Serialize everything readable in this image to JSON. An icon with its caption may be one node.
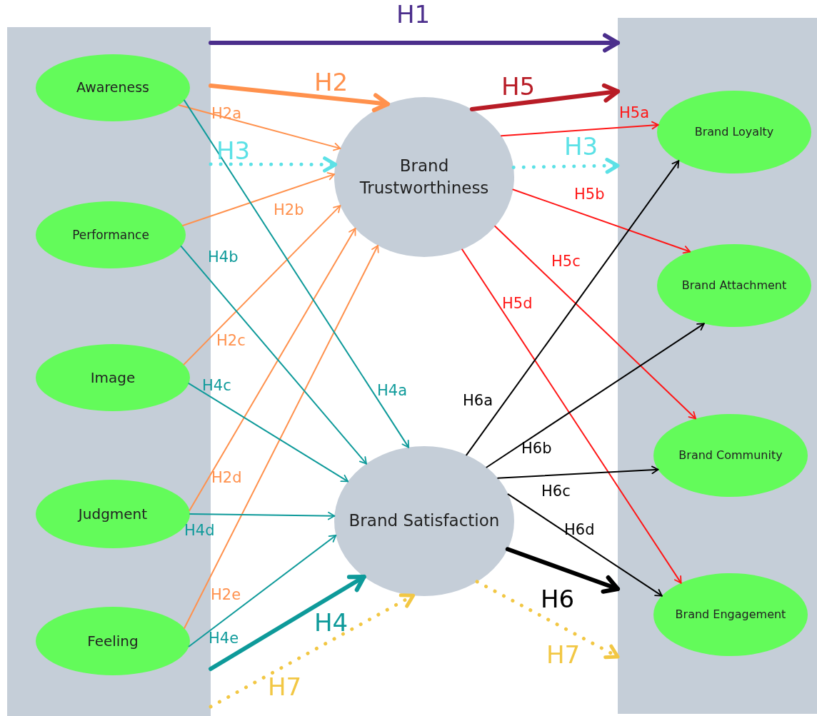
{
  "diagram": {
    "nodes": [
      {
        "text": [],
        "shape": "box"
      },
      {
        "text": [
          "Awareness"
        ],
        "in": 0
      },
      {
        "text": [
          "Performance"
        ],
        "in": 0
      },
      {
        "text": [
          "Image"
        ],
        "in": 0
      },
      {
        "text": [
          "Judgment"
        ],
        "in": 0
      },
      {
        "text": [
          "Feeling"
        ],
        "in": 0
      },
      {
        "text": [
          "Brand Trustworthiness"
        ]
      },
      {
        "text": [
          "Brand Satisfaction"
        ]
      },
      {
        "text": [],
        "shape": "box"
      },
      {
        "text": [
          "Brand Loyalty"
        ],
        "in": 8
      },
      {
        "text": [
          "Brand Attachment"
        ],
        "in": 8
      },
      {
        "text": [
          "Brand Community"
        ],
        "in": 8
      },
      {
        "text": [
          "Brand Engagement"
        ],
        "in": 8
      }
    ],
    "edges": [
      {
        "from": 0,
        "to": 8,
        "arrow": "to",
        "label": "H1",
        "style": "thick",
        "color": "#4b2e8c"
      },
      {
        "from": 0,
        "to": 6,
        "arrow": "to",
        "label": "H2",
        "style": "thick",
        "color": "#ff914d"
      },
      {
        "from": 1,
        "to": 6,
        "arrow": "to",
        "label": "H2a",
        "color": "#ff914d"
      },
      {
        "from": 0,
        "to": 6,
        "arrow": "to",
        "label": "H3",
        "style": "dashed",
        "color": "#5ce1e6"
      },
      {
        "from": 2,
        "to": 6,
        "arrow": "to",
        "label": "H2b",
        "color": "#ff914d"
      },
      {
        "from": 3,
        "to": 6,
        "arrow": "to",
        "label": "H2c",
        "color": "#ff914d"
      },
      {
        "from": 4,
        "to": 6,
        "arrow": "to",
        "label": "H2d",
        "color": "#ff914d"
      },
      {
        "from": 5,
        "to": 6,
        "arrow": "to",
        "label": "H2e",
        "color": "#ff914d"
      },
      {
        "from": 6,
        "to": 8,
        "arrow": "to",
        "label": "H5",
        "style": "thick",
        "color": "#b81c26"
      },
      {
        "from": 6,
        "to": 9,
        "arrow": "to",
        "label": "H5a",
        "color": "#ff1616"
      },
      {
        "from": 6,
        "to": 8,
        "arrow": "to",
        "label": "H3",
        "style": "dashed",
        "color": "#5ce1e6"
      },
      {
        "from": 6,
        "to": 10,
        "arrow": "to",
        "label": "H5b",
        "color": "#ff1616"
      },
      {
        "from": 6,
        "to": 11,
        "arrow": "to",
        "label": "H5c",
        "color": "#ff1616"
      },
      {
        "from": 6,
        "to": 12,
        "arrow": "to",
        "label": "H5d",
        "color": "#ff1616"
      },
      {
        "from": 1,
        "to": 7,
        "arrow": "to",
        "label": "H4a",
        "color": "#0e9a9a"
      },
      {
        "from": 2,
        "to": 7,
        "arrow": "to",
        "label": "H4b",
        "color": "#0e9a9a"
      },
      {
        "from": 3,
        "to": 7,
        "arrow": "to",
        "label": "H4c",
        "color": "#0e9a9a"
      },
      {
        "from": 4,
        "to": 7,
        "arrow": "to",
        "label": "H4d",
        "color": "#0e9a9a"
      },
      {
        "from": 5,
        "to": 7,
        "arrow": "to",
        "label": "H4e",
        "color": "#0e9a9a"
      },
      {
        "from": 0,
        "to": 7,
        "arrow": "to",
        "label": "H4",
        "style": "thick",
        "color": "#0e9a9a"
      },
      {
        "from": 0,
        "to": 7,
        "arrow": "to",
        "label": "H7",
        "style": "dashed",
        "color": "#f2c744"
      },
      {
        "from": 7,
        "to": 9,
        "arrow": "to",
        "label": "H6a",
        "color": "#000000"
      },
      {
        "from": 7,
        "to": 10,
        "arrow": "to",
        "label": "H6b",
        "color": "#000000"
      },
      {
        "from": 7,
        "to": 11,
        "arrow": "to",
        "label": "H6c",
        "color": "#000000"
      },
      {
        "from": 7,
        "to": 12,
        "arrow": "to",
        "label": "H6d",
        "color": "#000000"
      },
      {
        "from": 7,
        "to": 8,
        "arrow": "to",
        "label": "H6",
        "style": "thick",
        "color": "#000000"
      },
      {
        "from": 7,
        "to": 8,
        "arrow": "to",
        "label": "H7",
        "style": "dashed",
        "color": "#f2c744"
      }
    ]
  }
}
